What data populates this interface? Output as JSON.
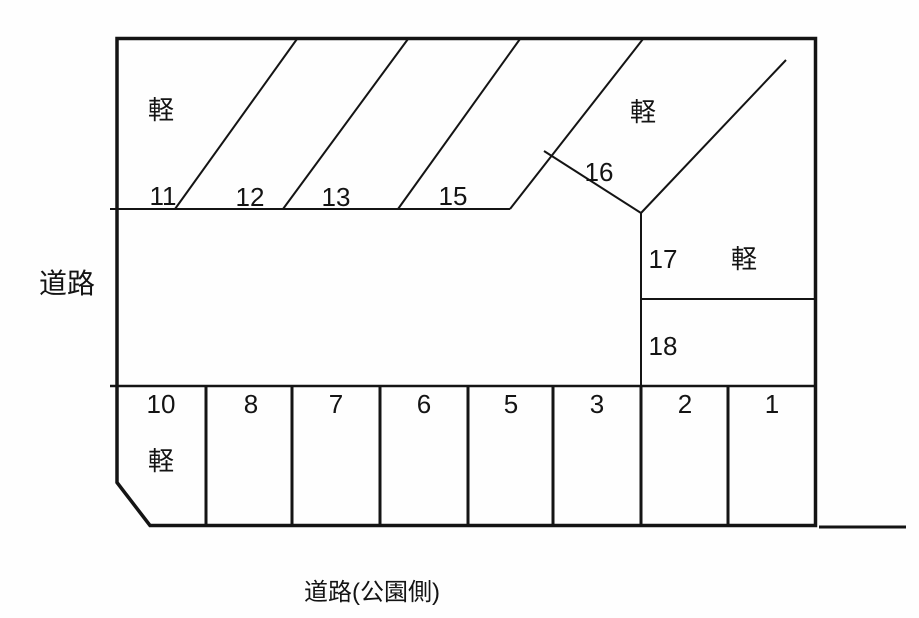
{
  "roads": {
    "left": "道路",
    "bottom": "道路(公園側)"
  },
  "kei": "軽",
  "spaces": {
    "slanted_row": [
      "11",
      "12",
      "13",
      "15"
    ],
    "diagonal": "16",
    "right_upper": "17",
    "right_lower": "18",
    "bottom_row": [
      "10",
      "8",
      "7",
      "6",
      "5",
      "3",
      "2",
      "1"
    ]
  },
  "line_color": "#141414"
}
